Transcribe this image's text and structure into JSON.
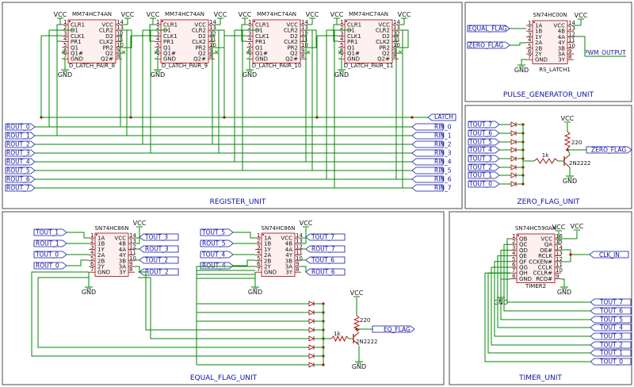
{
  "units": {
    "register": "REGISTER_UNIT",
    "pulse": "PULSE_GENERATOR_UNIT",
    "zero": "ZERO_FLAG_UNIT",
    "equal": "EQUAL_FLAG_UNIT",
    "timer": "TIMER_UNIT"
  },
  "power": {
    "vcc": "VCC",
    "gnd": "GND"
  },
  "latch_chip": {
    "part": "MM74HC74AN",
    "left_pins": [
      "CLR1",
      "D1",
      "CLK1",
      "PR1",
      "Q1",
      "Q1#",
      "GND"
    ],
    "right_pins": [
      "VCC",
      "CLR2",
      "D2",
      "CLK2",
      "PR2",
      "Q2",
      "Q2#"
    ],
    "left_nums": [
      "1",
      "2",
      "3",
      "4",
      "5",
      "6",
      "7"
    ],
    "right_nums": [
      "14",
      "13",
      "12",
      "11",
      "10",
      "9",
      "8"
    ]
  },
  "latches": [
    "D_LATCH_PAIR_8",
    "D_LATCH_PAIR_9",
    "D_LATCH_PAIR_10",
    "D_LATCH_PAIR_11"
  ],
  "register_signals": {
    "latch": "LATCH",
    "rout": [
      "ROUT_0",
      "ROUT_1",
      "ROUT_2",
      "ROUT_3",
      "ROUT_4",
      "ROUT_5",
      "ROUT_6",
      "ROUT_7"
    ],
    "rin": [
      "RIN_0",
      "RIN_1",
      "RIN_2",
      "RIN_3",
      "RIN_4",
      "RIN_5",
      "RIN_6",
      "RIN_7"
    ]
  },
  "pulse": {
    "part": "SN74HC00N",
    "ref": "RS_LATCH1",
    "left_pins": [
      "1A",
      "1B",
      "1Y",
      "2A",
      "2B",
      "2Y",
      "GND"
    ],
    "right_pins": [
      "VCC",
      "4B",
      "4A",
      "4Y",
      "3B",
      "3A",
      "3Y"
    ],
    "left_nums": [
      "1",
      "2",
      "3",
      "4",
      "5",
      "6",
      "7"
    ],
    "right_nums": [
      "14",
      "13",
      "12",
      "11",
      "10",
      "9",
      "8"
    ],
    "inputs": [
      "EQUAL_FLAG",
      "ZERO_FLAG"
    ],
    "output": "PWM_OUTPUT"
  },
  "zero": {
    "tout": [
      "TOUT_7",
      "TOUT_6",
      "TOUT_5",
      "TOUT_4",
      "TOUT_3",
      "TOUT_2",
      "TOUT_1",
      "TOUT_0"
    ],
    "r1": "1k",
    "r2": "220",
    "transistor": "2N2222",
    "flag": "ZERO_FLAG"
  },
  "equal": {
    "part": "SN74HC86N",
    "left_pins": [
      "1A",
      "1B",
      "1Y",
      "2A",
      "2B",
      "2Y",
      "GND"
    ],
    "right_pins": [
      "VCC",
      "4B",
      "4A",
      "4Y",
      "3B",
      "3A",
      "3Y"
    ],
    "left_nums": [
      "1",
      "2",
      "3",
      "4",
      "5",
      "6",
      "7"
    ],
    "right_nums": [
      "14",
      "13",
      "12",
      "11",
      "10",
      "9",
      "8"
    ],
    "chip1_in": [
      "TOUT_1",
      "ROUT_1",
      "TOUT_0",
      "ROUT_0"
    ],
    "chip1_out": [
      "TOUT_3",
      "ROUT_3",
      "TOUT_2",
      "ROUT_2"
    ],
    "chip2_in": [
      "TOUT_5",
      "ROUT_5",
      "TOUT_4",
      "ROUT_4"
    ],
    "chip2_out": [
      "TOUT_7",
      "ROUT_7",
      "TOUT_6",
      "ROUT_6"
    ],
    "r1": "1k",
    "r2": "220",
    "transistor": "2N2222",
    "flag": "EQ_FLAG"
  },
  "timer": {
    "part": "SN74HC590AN",
    "ref": "TIMER2",
    "left_pins": [
      "QB",
      "QC",
      "QD",
      "QE",
      "QF",
      "QG",
      "QH",
      "GND"
    ],
    "right_pins": [
      "VCC",
      "QA",
      "OE#",
      "RCLK",
      "CCKEN#",
      "CCLK",
      "CCLR#",
      "RCO#"
    ],
    "left_nums": [
      "1",
      "2",
      "3",
      "4",
      "5",
      "6",
      "7",
      "8"
    ],
    "right_nums": [
      "16",
      "15",
      "14",
      "13",
      "12",
      "11",
      "10",
      "9"
    ],
    "clk": "CLK_IN",
    "tout": [
      "TOUT_7",
      "TOUT_6",
      "TOUT_5",
      "TOUT_4",
      "TOUT_3",
      "TOUT_2",
      "TOUT_1",
      "TOUT_0"
    ]
  }
}
